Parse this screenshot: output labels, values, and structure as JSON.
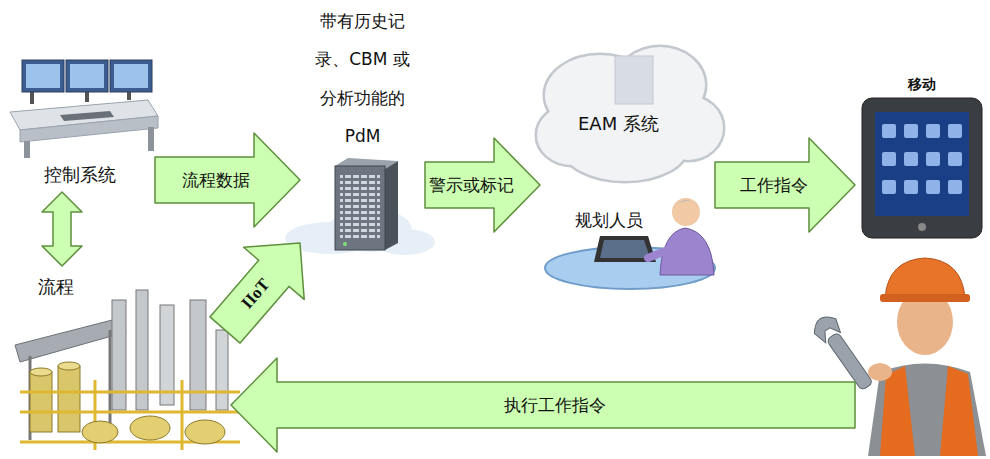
{
  "diagram": {
    "nodes": [
      {
        "text": [
          "控制系统"
        ]
      },
      {
        "text": [
          "流程"
        ]
      },
      {
        "text": [
          "带有历史记录、CBM 或分析功能的 PdM"
        ]
      },
      {
        "text": [
          "EAM 系统"
        ]
      },
      {
        "text": [
          "规划人员"
        ]
      },
      {
        "text": [
          "移动"
        ]
      }
    ],
    "edges": [
      {
        "from": 0,
        "to": 2,
        "label": "流程数据",
        "arrow": "to"
      },
      {
        "from": 1,
        "to": 2,
        "label": "IIoT",
        "arrow": "to"
      },
      {
        "from": 0,
        "to": 1,
        "arrow": "both"
      },
      {
        "from": 2,
        "to": 3,
        "label": "警示或标记",
        "arrow": "to"
      },
      {
        "from": 3,
        "to": 5,
        "label": "工作指令",
        "arrow": "to"
      },
      {
        "from": 5,
        "to": 1,
        "label": "执行工作指令",
        "arrow": "to"
      }
    ]
  }
}
